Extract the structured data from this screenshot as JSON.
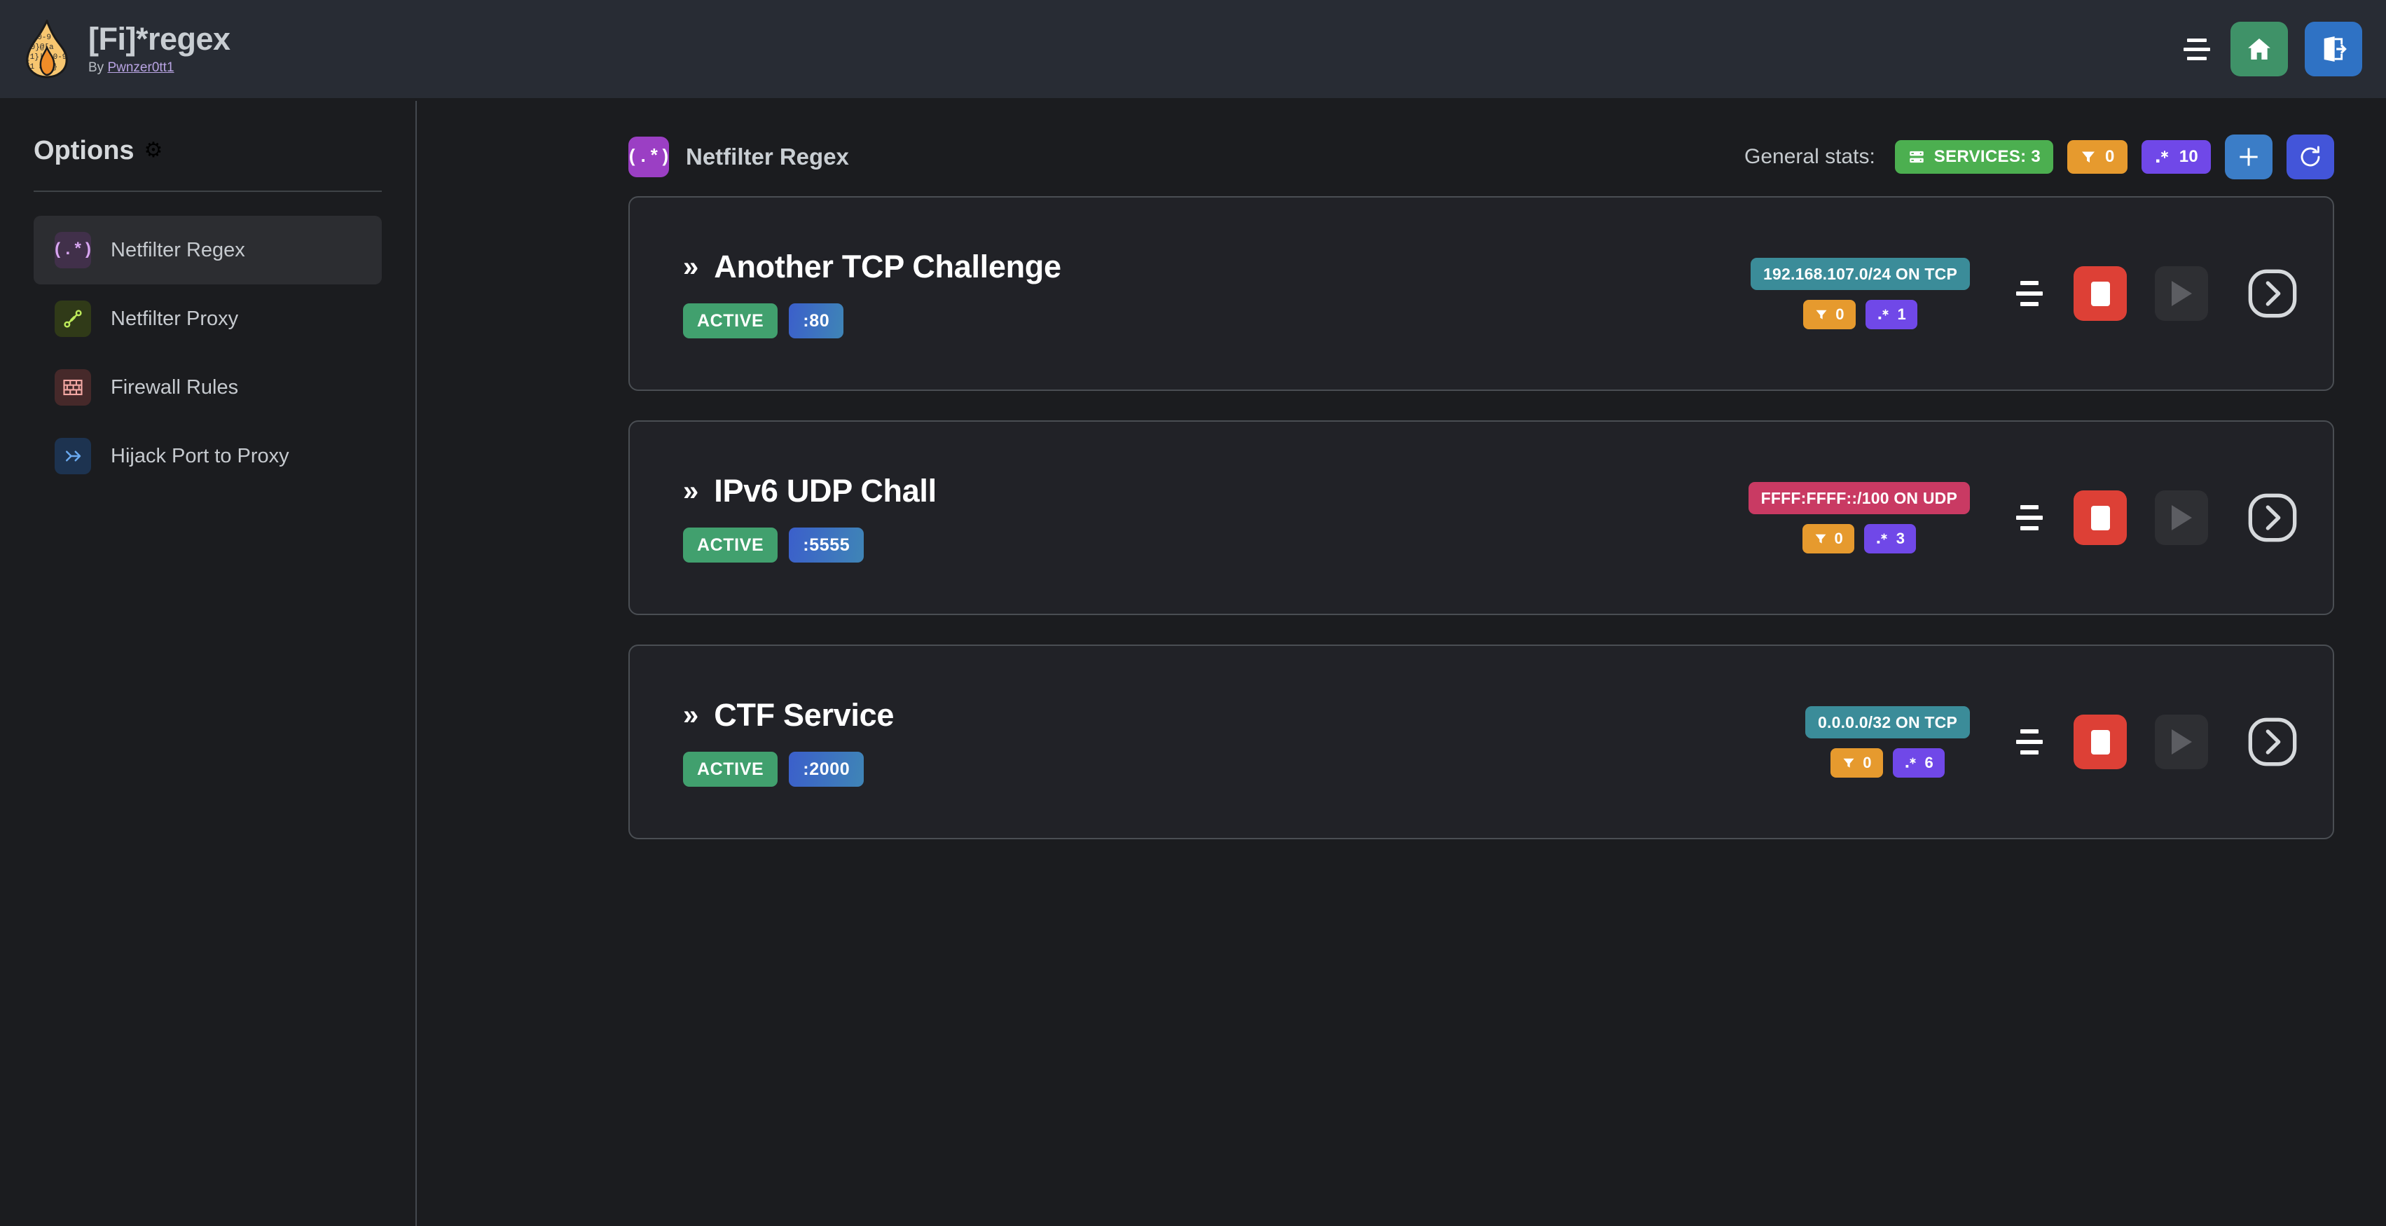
{
  "app": {
    "title": "[Fi]*regex",
    "author_prefix": "By",
    "author": "Pwnzer0tt1",
    "logo_icon": "flame-icon"
  },
  "topbar": {
    "menu_icon": "hamburger-menu-icon",
    "home_icon": "home-icon",
    "logout_icon": "logout-icon"
  },
  "sidebar": {
    "heading": "Options",
    "gear_icon": "gear-icon",
    "items": [
      {
        "label": "Netfilter Regex",
        "glyph": "(.*)",
        "icon": "regex-icon",
        "active": true
      },
      {
        "label": "Netfilter Proxy",
        "glyph": "⚭",
        "icon": "proxy-plug-icon",
        "active": false
      },
      {
        "label": "Firewall Rules",
        "glyph": "▦",
        "icon": "brick-wall-icon",
        "active": false
      },
      {
        "label": "Hijack Port to Proxy",
        "glyph": "⤴",
        "icon": "route-fork-icon",
        "active": false
      }
    ]
  },
  "main": {
    "page_icon": "(.*)",
    "page_title": "Netfilter Regex",
    "stats_label": "General stats:",
    "stats": [
      {
        "icon": "server-icon",
        "label": "SERVICES: 3",
        "color": "#4caf50",
        "name": "services-badge"
      },
      {
        "icon": "filter-icon",
        "label": "0",
        "color": "#e69a2e",
        "name": "filters-badge"
      },
      {
        "icon": "regex-icon",
        "label": "10",
        "color": "#7048e8",
        "name": "regexes-badge"
      }
    ],
    "add_label": "+",
    "add_icon": "plus-icon",
    "refresh_icon": "refresh-icon"
  },
  "services": [
    {
      "name": "Another TCP Challenge",
      "chevron": "»",
      "status": "ACTIVE",
      "port": ":80",
      "network": "192.168.107.0/24 ON TCP",
      "network_proto": "tcp",
      "filters": "0",
      "regexes": "1",
      "drag_icon": "drag-handle-icon",
      "stop_icon": "stop-icon",
      "play_icon": "play-icon",
      "details_icon": "chevron-right-icon"
    },
    {
      "name": "IPv6 UDP Chall",
      "chevron": "»",
      "status": "ACTIVE",
      "port": ":5555",
      "network": "FFFF:FFFF::/100 ON UDP",
      "network_proto": "udp",
      "filters": "0",
      "regexes": "3",
      "drag_icon": "drag-handle-icon",
      "stop_icon": "stop-icon",
      "play_icon": "play-icon",
      "details_icon": "chevron-right-icon"
    },
    {
      "name": "CTF Service",
      "chevron": "»",
      "status": "ACTIVE",
      "port": ":2000",
      "network": "0.0.0.0/32 ON TCP",
      "network_proto": "tcp",
      "filters": "0",
      "regexes": "6",
      "drag_icon": "drag-handle-icon",
      "stop_icon": "stop-icon",
      "play_icon": "play-icon",
      "details_icon": "chevron-right-icon"
    }
  ],
  "colors": {
    "page_bg": "#1b1c1f",
    "topbar_bg": "#282c34",
    "card_bg": "#212227",
    "card_border": "#4a4e53",
    "accent_green": "#41a06e",
    "accent_red": "#dd4036",
    "accent_purple": "#7048e8",
    "accent_orange": "#e69a2e",
    "accent_teal": "#3b8c99",
    "accent_pink": "#c93a63"
  }
}
